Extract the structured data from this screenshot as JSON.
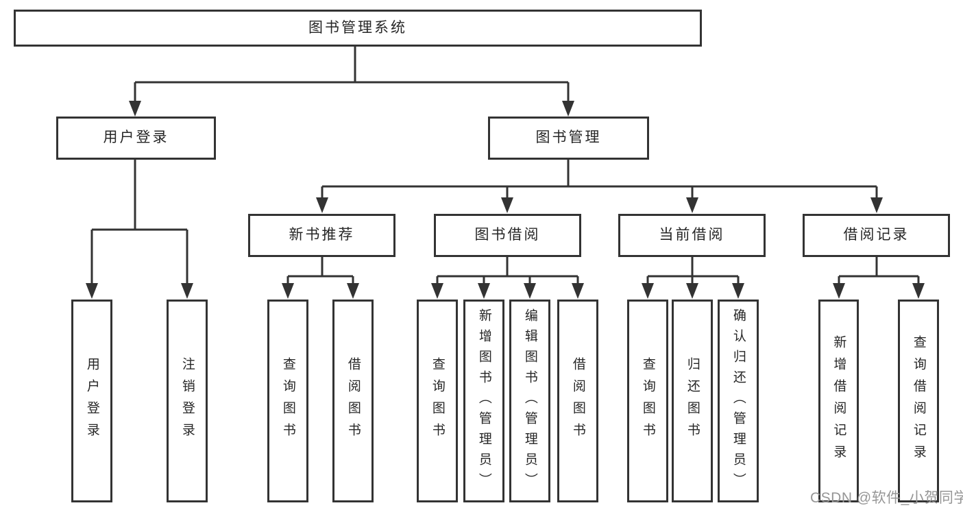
{
  "diagram": {
    "type": "hierarchy-tree",
    "colors": {
      "line": "#333333",
      "box_border": "#333333",
      "box_background": "#ffffff",
      "text": "#262626",
      "watermark_text": "#969696",
      "page_background": "#ffffff"
    },
    "tree": {
      "label": "图书管理系统",
      "children": [
        {
          "label": "用户登录",
          "children": [
            {
              "label": "用户登录"
            },
            {
              "label": "注销登录"
            }
          ]
        },
        {
          "label": "图书管理",
          "children": [
            {
              "label": "新书推荐",
              "children": [
                {
                  "label": "查询图书"
                },
                {
                  "label": "借阅图书"
                }
              ]
            },
            {
              "label": "图书借阅",
              "children": [
                {
                  "label": "查询图书"
                },
                {
                  "label": "新增图书（管理员）"
                },
                {
                  "label": "编辑图书（管理员）"
                },
                {
                  "label": "借阅图书"
                }
              ]
            },
            {
              "label": "当前借阅",
              "children": [
                {
                  "label": "查询图书"
                },
                {
                  "label": "归还图书"
                },
                {
                  "label": "确认归还（管理员）"
                }
              ]
            },
            {
              "label": "借阅记录",
              "children": [
                {
                  "label": "新增借阅记录"
                },
                {
                  "label": "查询借阅记录"
                }
              ]
            }
          ]
        }
      ]
    },
    "watermark": {
      "text": "CSDN @软件_小贺同学"
    }
  }
}
